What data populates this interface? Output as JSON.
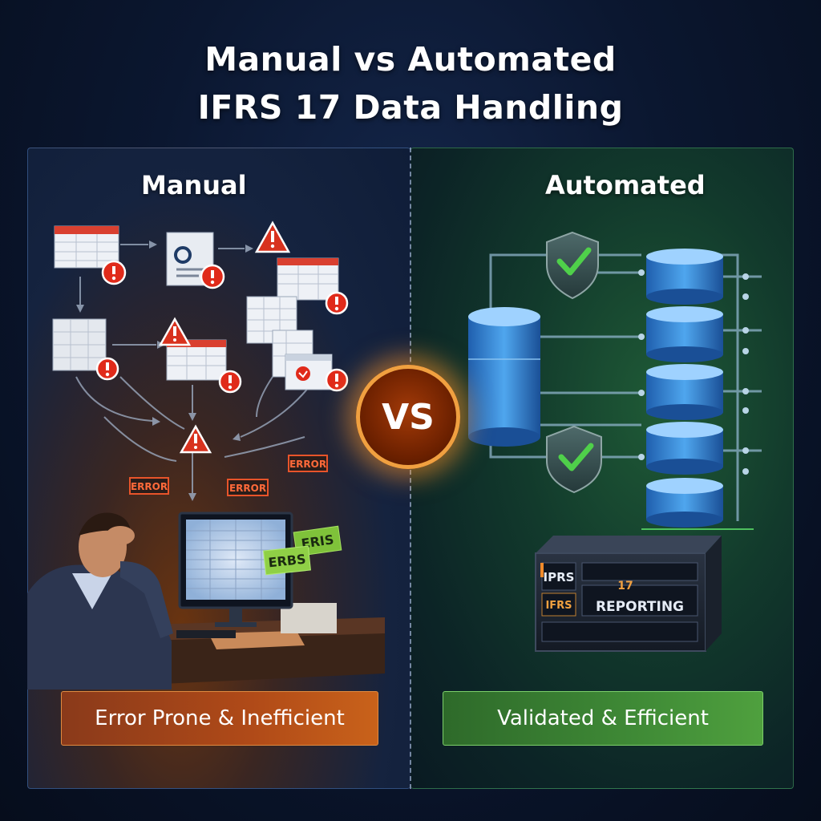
{
  "title": {
    "line1": "Manual vs Automated",
    "line2": "IFRS 17 Data Handling"
  },
  "manual": {
    "heading": "Manual",
    "error_tags": [
      "ERROR",
      "ERROR",
      "ERROR"
    ],
    "sticky_notes": [
      "ERIS",
      "ERBS"
    ],
    "badge": "Error Prone & Inefficient"
  },
  "vs_label": "VS",
  "automated": {
    "heading": "Automated",
    "server": {
      "label_left_top": "IPRS",
      "label_left_bottom": "IFRS",
      "number": "17",
      "reporting": "REPORTING"
    },
    "badge": "Validated & Efficient"
  },
  "colors": {
    "error_red": "#e02a1a",
    "warning_red": "#d8321e",
    "check_green": "#4fd04a",
    "manual_badge": "#b04a18",
    "automated_badge": "#3f8a36",
    "database_blue": "#3f8fd8"
  }
}
